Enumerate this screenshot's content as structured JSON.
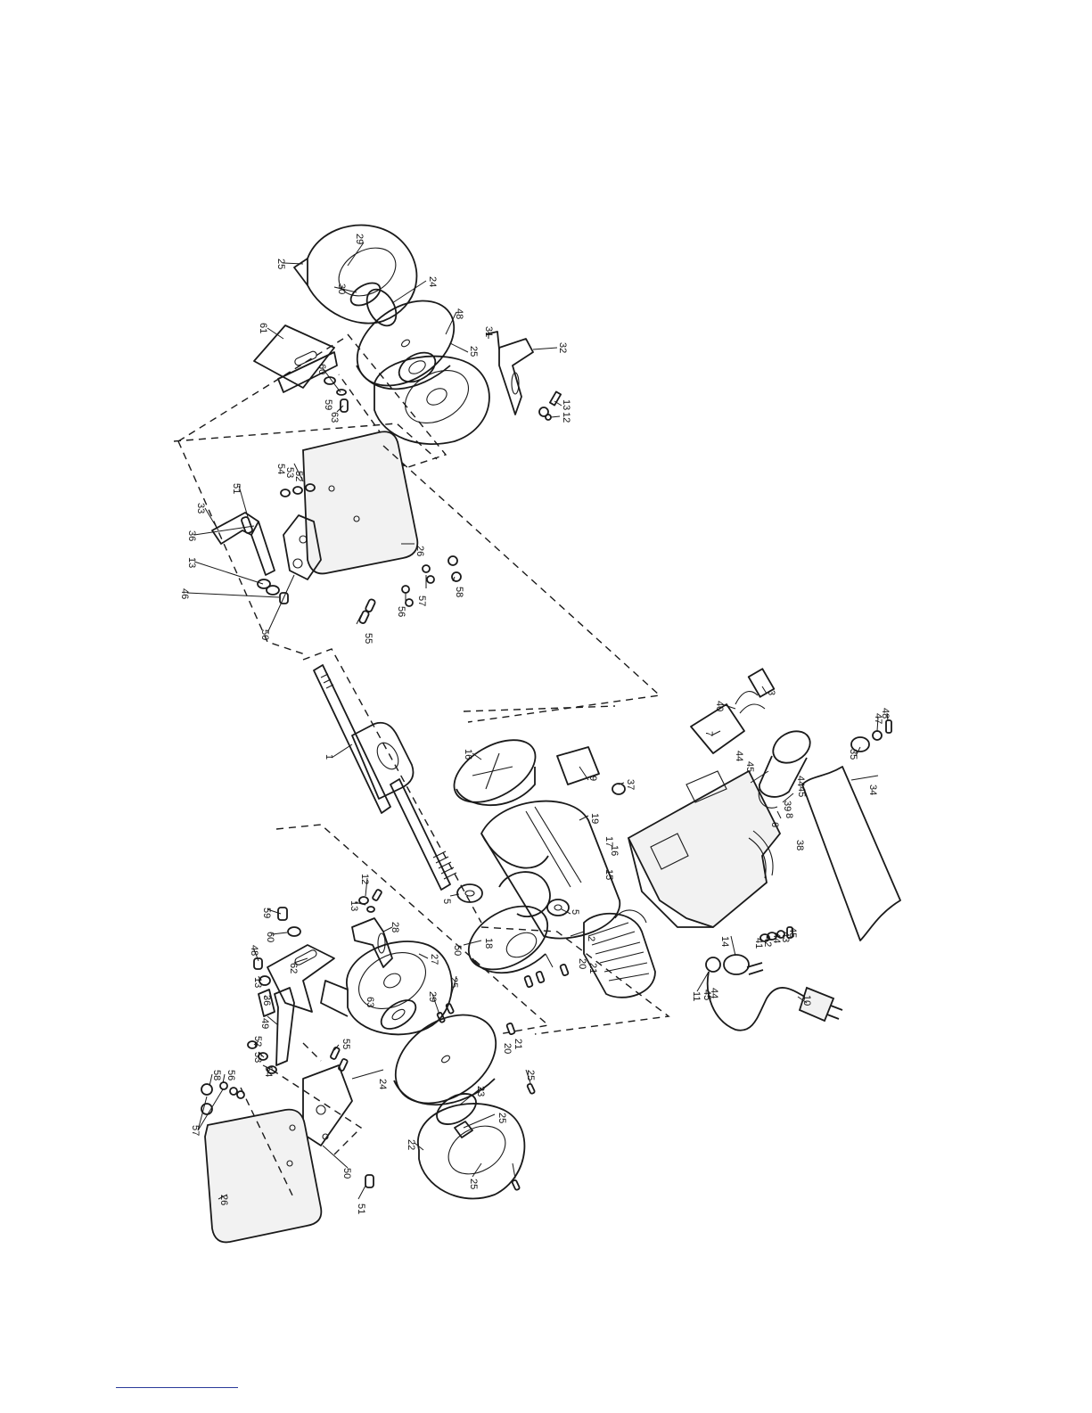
{
  "labels": [
    {
      "id": "p29",
      "text": "29"
    },
    {
      "id": "p25a",
      "text": "25"
    },
    {
      "id": "p30",
      "text": "30"
    },
    {
      "id": "p24a",
      "text": "24"
    },
    {
      "id": "p48a",
      "text": "48"
    },
    {
      "id": "p25b",
      "text": "25"
    },
    {
      "id": "p31",
      "text": "31"
    },
    {
      "id": "p32",
      "text": "32"
    },
    {
      "id": "p61",
      "text": "61"
    },
    {
      "id": "p60a",
      "text": "60"
    },
    {
      "id": "p59a",
      "text": "59"
    },
    {
      "id": "p63a",
      "text": "63"
    },
    {
      "id": "p13a",
      "text": "13"
    },
    {
      "id": "p12a",
      "text": "12"
    },
    {
      "id": "p54a",
      "text": "54"
    },
    {
      "id": "p53a",
      "text": "53"
    },
    {
      "id": "p52a",
      "text": "52"
    },
    {
      "id": "p51a",
      "text": "51"
    },
    {
      "id": "p33",
      "text": "33"
    },
    {
      "id": "p26a",
      "text": "26"
    },
    {
      "id": "p36a",
      "text": "36"
    },
    {
      "id": "p13b",
      "text": "13"
    },
    {
      "id": "p46",
      "text": "46"
    },
    {
      "id": "p50a",
      "text": "50"
    },
    {
      "id": "p55a",
      "text": "55"
    },
    {
      "id": "p56a",
      "text": "56"
    },
    {
      "id": "p57a",
      "text": "57"
    },
    {
      "id": "p58a",
      "text": "58"
    },
    {
      "id": "p1",
      "text": "1"
    },
    {
      "id": "p16a",
      "text": "16"
    },
    {
      "id": "p9",
      "text": "9"
    },
    {
      "id": "p37",
      "text": "37"
    },
    {
      "id": "p19",
      "text": "19"
    },
    {
      "id": "p17",
      "text": "17"
    },
    {
      "id": "p16b",
      "text": "16"
    },
    {
      "id": "p15",
      "text": "15"
    },
    {
      "id": "p3",
      "text": "3"
    },
    {
      "id": "p40",
      "text": "40"
    },
    {
      "id": "p7",
      "text": "7"
    },
    {
      "id": "p44a",
      "text": "44"
    },
    {
      "id": "p45a",
      "text": "45"
    },
    {
      "id": "p39",
      "text": "39"
    },
    {
      "id": "p6",
      "text": "6"
    },
    {
      "id": "p8",
      "text": "8"
    },
    {
      "id": "p44b",
      "text": "44"
    },
    {
      "id": "p45b",
      "text": "45"
    },
    {
      "id": "p38",
      "text": "38"
    },
    {
      "id": "p35",
      "text": "35"
    },
    {
      "id": "p47",
      "text": "47"
    },
    {
      "id": "p48b",
      "text": "48"
    },
    {
      "id": "p34",
      "text": "34"
    },
    {
      "id": "p41",
      "text": "41"
    },
    {
      "id": "p42",
      "text": "42"
    },
    {
      "id": "p44c",
      "text": "44"
    },
    {
      "id": "p43",
      "text": "43"
    },
    {
      "id": "p45c",
      "text": "45"
    },
    {
      "id": "p5a",
      "text": "5"
    },
    {
      "id": "p5b",
      "text": "5"
    },
    {
      "id": "p12b",
      "text": "12"
    },
    {
      "id": "p13c",
      "text": "13"
    },
    {
      "id": "p28",
      "text": "28"
    },
    {
      "id": "p59b",
      "text": "59"
    },
    {
      "id": "p60b",
      "text": "60"
    },
    {
      "id": "p62",
      "text": "62"
    },
    {
      "id": "p48c",
      "text": "48"
    },
    {
      "id": "p13d",
      "text": "13"
    },
    {
      "id": "p36b",
      "text": "36"
    },
    {
      "id": "p49",
      "text": "49"
    },
    {
      "id": "p63b",
      "text": "63"
    },
    {
      "id": "p27",
      "text": "27"
    },
    {
      "id": "p50b",
      "text": "50"
    },
    {
      "id": "p18",
      "text": "18"
    },
    {
      "id": "p2",
      "text": "2"
    },
    {
      "id": "p20a",
      "text": "20"
    },
    {
      "id": "p21a",
      "text": "21"
    },
    {
      "id": "p25c",
      "text": "25"
    },
    {
      "id": "p29b",
      "text": "29"
    },
    {
      "id": "p21b",
      "text": "21"
    },
    {
      "id": "p20b",
      "text": "20"
    },
    {
      "id": "p11",
      "text": "11"
    },
    {
      "id": "p45d",
      "text": "45"
    },
    {
      "id": "p44d",
      "text": "44"
    },
    {
      "id": "p14",
      "text": "14"
    },
    {
      "id": "p10",
      "text": "10"
    },
    {
      "id": "p24b",
      "text": "24"
    },
    {
      "id": "p23",
      "text": "23"
    },
    {
      "id": "p25d",
      "text": "25"
    },
    {
      "id": "p22",
      "text": "22"
    },
    {
      "id": "p25e",
      "text": "25"
    },
    {
      "id": "p25f",
      "text": "25"
    },
    {
      "id": "p55b",
      "text": "55"
    },
    {
      "id": "p52b",
      "text": "52"
    },
    {
      "id": "p53b",
      "text": "53"
    },
    {
      "id": "p54b",
      "text": "54"
    },
    {
      "id": "p58b",
      "text": "58"
    },
    {
      "id": "p56b",
      "text": "56"
    },
    {
      "id": "p57b",
      "text": "57"
    },
    {
      "id": "p26b",
      "text": "26"
    },
    {
      "id": "p50c",
      "text": "50"
    },
    {
      "id": "p51b",
      "text": "51"
    }
  ]
}
